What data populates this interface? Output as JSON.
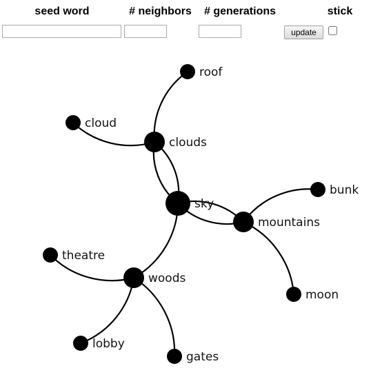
{
  "controls": {
    "seed_word_label": "seed word",
    "neighbors_label": "# neighbors",
    "generations_label": "# generations",
    "stick_label": "stick",
    "update_label": "update",
    "seed_word_value": "",
    "neighbors_value": "",
    "generations_value": "",
    "stick_checked": false
  },
  "graph": {
    "nodes": [
      {
        "id": "roof",
        "label": "roof",
        "root": false
      },
      {
        "id": "cloud",
        "label": "cloud",
        "root": false
      },
      {
        "id": "clouds",
        "label": "clouds",
        "root": false
      },
      {
        "id": "sky",
        "label": "sky",
        "root": true
      },
      {
        "id": "bunk",
        "label": "bunk",
        "root": false
      },
      {
        "id": "mountains",
        "label": "mountains",
        "root": false
      },
      {
        "id": "theatre",
        "label": "theatre",
        "root": false
      },
      {
        "id": "woods",
        "label": "woods",
        "root": false
      },
      {
        "id": "moon",
        "label": "moon",
        "root": false
      },
      {
        "id": "lobby",
        "label": "lobby",
        "root": false
      },
      {
        "id": "gates",
        "label": "gates",
        "root": false
      }
    ],
    "links": [
      {
        "source": "clouds",
        "target": "roof"
      },
      {
        "source": "clouds",
        "target": "cloud"
      },
      {
        "source": "sky",
        "target": "clouds"
      },
      {
        "source": "clouds",
        "target": "sky"
      },
      {
        "source": "sky",
        "target": "mountains"
      },
      {
        "source": "mountains",
        "target": "sky"
      },
      {
        "source": "sky",
        "target": "woods"
      },
      {
        "source": "mountains",
        "target": "bunk"
      },
      {
        "source": "mountains",
        "target": "moon"
      },
      {
        "source": "woods",
        "target": "theatre"
      },
      {
        "source": "woods",
        "target": "lobby"
      },
      {
        "source": "woods",
        "target": "gates"
      }
    ]
  }
}
